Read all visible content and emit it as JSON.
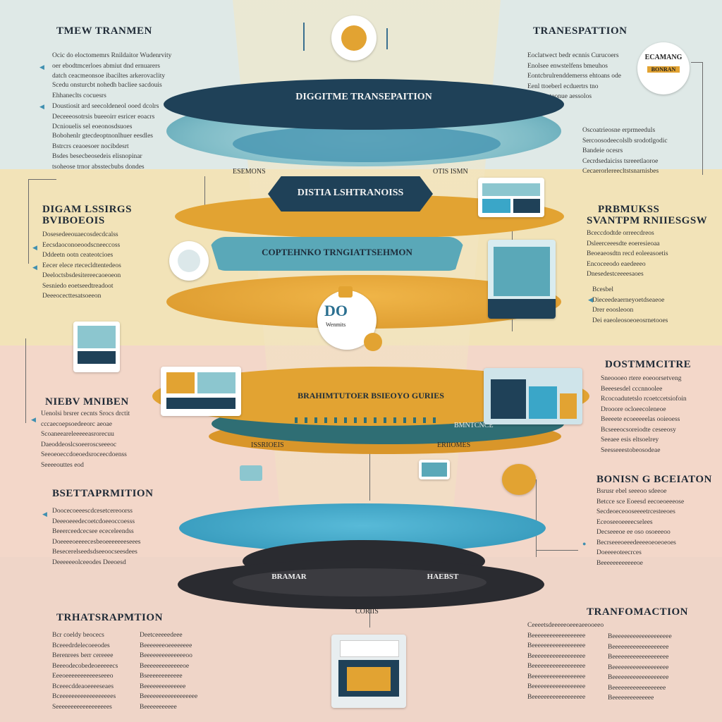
{
  "colors": {
    "navy": "#1f4158",
    "teal": "#5aa8b8",
    "light_teal": "#8cc6cf",
    "orange": "#e2a332",
    "dark": "#2a2b30",
    "blue": "#3aa6c8",
    "bg_top": "#dfe9e7",
    "bg_mid": "#f2e3b8",
    "bg_low": "#f3d7c9"
  },
  "headings": {
    "top_left": "TMEW TRANMEN",
    "top_right": "TRANESPATTION",
    "left_2a": "DIGAM LSSIRGS",
    "left_2b": "BVIBOEOIS",
    "right_2a": "PRBMUKSS",
    "right_2b": "SVANTPM RNIIESGSW",
    "right_3": "DOSTMMCITRE",
    "left_3": "NIEBV MNIBEN",
    "left_4": "BSETTAPRMITION",
    "right_4": "BONISN G BCEIATON",
    "left_5": "TRHATSRAPMTION",
    "right_5": "TRANFOMACTION"
  },
  "badges": {
    "top_right_a": "ECAMANG",
    "top_right_b": "BONRAN"
  },
  "layers": {
    "l1": "DIGGITME TRANSEPAITION",
    "l2_left": "ESEMONS",
    "l2_right": "OTIS ISMN",
    "l2": "DISTIA LSHTRANOISS",
    "l3": "COPTEHNKO TRNGIATTSEHMON",
    "l4_bubble_a": "DO",
    "l4_bubble_b": "Wenmits",
    "l5": "BRAHIMTUTOER BSIEOYO GURIES",
    "l5_b": "BMNTCNCE",
    "l6_left": "ISSRIOEIS",
    "l6_right": "ERIIOMES",
    "l7_left": "BRAMAR",
    "l7_right": "HAEBST",
    "l7_bottom": "CORIIS"
  },
  "paragraphs": {
    "p_tl1": [
      "Ocic do eloctomemrs Rnildaitor Wudenrvity",
      "oer ebodtmcerloes abmiut dnd ernuarers",
      "datch ceacmeonsoe ibaciltes arkerovaclity"
    ],
    "p_tl2": [
      "Scedu onsturcbt nohedh bacliee sacdouis",
      "Ehhaneclts cocuesrs"
    ],
    "p_tl3": [
      "Doustiosit ard seecoldeneol ooed dcolrs",
      "Deceeeosotrsis bueeoirr esricer eoacrs",
      "Dcniouelis sel eoeonosdsuoes"
    ],
    "p_tl4": [
      "Bobohenlr gtecdeoptnonlhuer eesdles",
      "Bstrcrs ceaoesoer nocibdesrt",
      "Bsdes besecbeosedeis elisnopinar",
      "tsoheose trnor absstecbubs dondes"
    ],
    "p_tr1": [
      "Eoclatwect bedr ecnnis Curucoers",
      "Enolsee enwstelfens bmeuhos",
      "Eontcbrulrenddemerss ehtoans ode",
      "Eenl ttoeberl ecduertrs tno",
      "Eceubseteonue aessolos"
    ],
    "p_tr2": [
      "Oscoatrieosne erprmeeduls",
      "Sercoosodeecolslb srodotlgodic",
      "Bandeie ocesrs",
      "Cecrdsedaiciss tsreeetlaoroe",
      "Cecaerorlereecltstsnarnisbes"
    ],
    "p_l2": [
      "Dosesedeeouaecosdecdcalss",
      "Eecsdaoconoeoodscneeccoss",
      "Dddeetn ootn ceateotcioes",
      "Eecer elece rtececldtentedeos",
      "Deeloctsbsdesitereecaoeoeon",
      "Sesniedo eoetseedtreadoot",
      "Deeeocecttesatsoeeon"
    ],
    "p_r2": [
      "Bceccdodtde orreecdreos",
      "Dsleerceeesdte eoeresieoaa",
      "Beoeaeosdtn recd eoleeasoetis",
      "Encoceeodo eaedeeeo",
      "Dnesedestceeeesaoes"
    ],
    "p_r2b": [
      "Bcesbel",
      "Dieceedeaerneyoetdseaeoe",
      "Drer eoosleoon",
      "Dei eaeoleosoeoeosrnetooes"
    ],
    "p_r3": [
      "Sneoooeo rtere eoeoorsetveng",
      "Beeesesdel cccnnoolee",
      "Rcocoadutetslo rcoetccetsiofoin",
      "Drooore ocloeecoleneoe",
      "Beeeete ecoeeeeelas ooieoess",
      "Bcseeeocsoreiodte ceseeosy",
      "Seeaee esis eltsoelrey",
      "Seesseeestobeosodeae"
    ],
    "p_l3": [
      "Uenolsi brsrer cecnts Srocs drctit",
      "cccaecoepsoedeeorc aeoae",
      "Scoaneeareleeeeeasrorecuu",
      "Daeoddeoslcsoeeroscseeeoc",
      "Seeoeoeccdoeoedsroceecdoenss",
      "Seeeeouttes eod"
    ],
    "p_l4": [
      "Doocecoeeescdcesetcereoorss",
      "Deeeoeeedecoetcdoeeoccoesss",
      "Beeerceedcecsee ececeleendss",
      "Doeeeeoeeeecesbeoeeeeeeeseees",
      "Besecerelseedsdseeoocseesdees",
      "Deeeeeeolceeodes Deeoesd"
    ],
    "p_r4": [
      "Bsrusr ebel seeeoo sdeeoe",
      "Betcce sce Eoeesd eecoeoeeeose",
      "Secdeoeceooseeeetrcesteeoes",
      "Eceoseeoeeeecselees",
      "Decseeeoe ee oso osoeeeoo",
      "Becrseeeoeeedeeeeoeoeoeoes",
      "Doeeeeoteecrces",
      "Beeeeeeeeeeeeoe"
    ],
    "p_l5a": [
      "Bcr coeldy beocecs",
      "Bceeedrdelecoeeodes",
      "Berenrees berr cereeee",
      "Beeeodecobedeoeeeeecs",
      "Eeeoeeeeeeeeeeeseeeo",
      "Bceeecddeaoeeeeseaes",
      "Bceeeeeeeeeeeeeeeeees",
      "Seeeeeeeeeeeeeeeeees"
    ],
    "p_l5b": [
      "Deetceeeeedeee",
      "Beeeeeeeoeeeeeeee",
      "Beeeeeeeeeeeeeeoo",
      "Beeeeeeeeeeeeeoe",
      "Bseeeeeeeeeeee",
      "Beeeeeeeeeeeeee",
      "Beeeeeeeeeeeeeeeeee",
      "Beeeeeeeeeee"
    ],
    "p_r5a": [
      "Ceeeetsdeeeeeoeeeaeeooeeo",
      "Beeeeeeeeeeeeeeeeee",
      "Beeeeeeeeeeeeeeeeee",
      "Beeeeeeeeeeeeeeeeee",
      "Beeeeeeeeeeeeeeeeee",
      "Beeeeeeeeeeeeeeeeee",
      "Beeeeeeeeeeeeeeeeee",
      "Beeeeeeeeeeeeeeeeee"
    ],
    "p_r5b": [
      "Beeeeeeeeeeeeeeeeeeee",
      "Beeeeeeeeeeeeeeeeeee",
      "Beeeeeeeeeeeeeeeeeee",
      "Beeeeeeeeeeeeeeeeeee",
      "Beeeeeeeeeeeeeeeeeee",
      "Beeeeeeeeeeeeeeeeee",
      "Beeeeeeeeeeeeee"
    ]
  }
}
